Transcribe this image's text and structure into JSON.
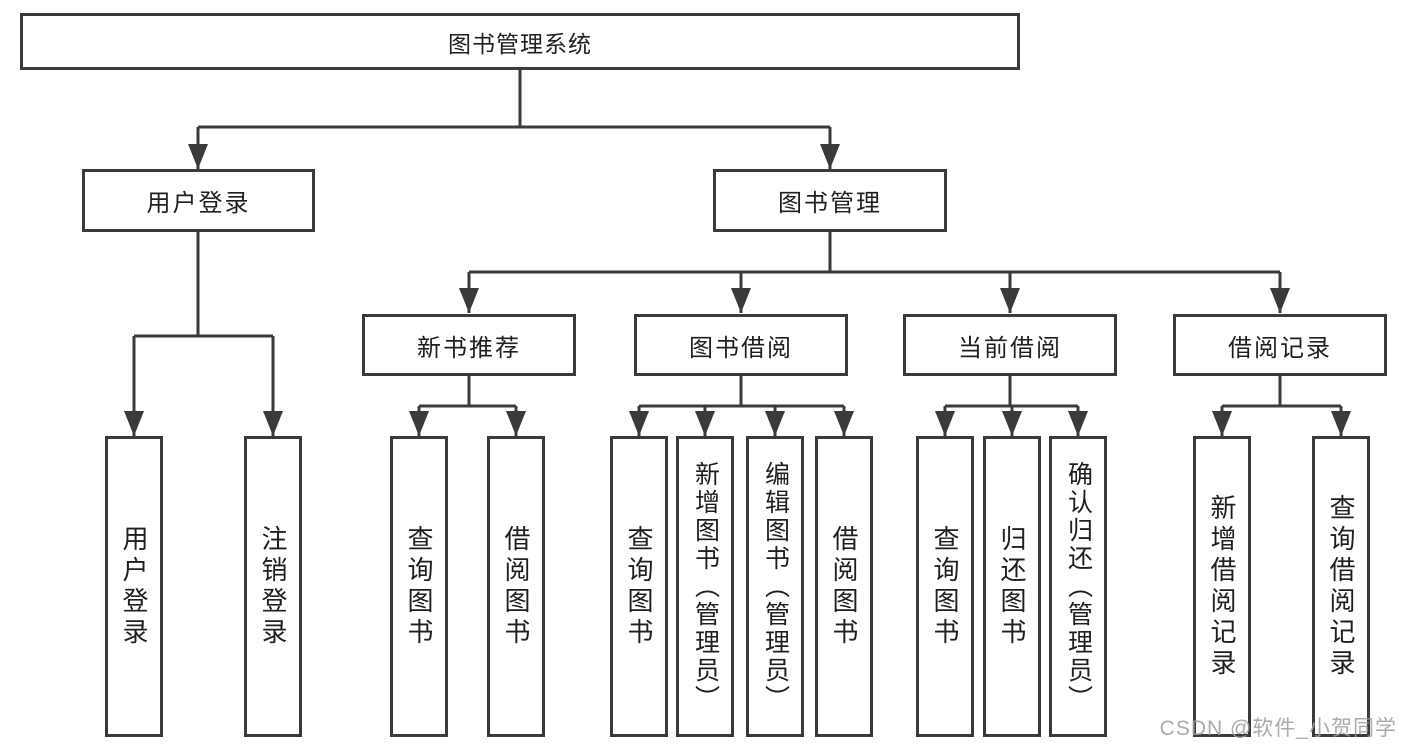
{
  "diagram": {
    "root": {
      "label": "图书管理系统"
    },
    "level2": [
      {
        "label": "用户登录"
      },
      {
        "label": "图书管理"
      }
    ],
    "level3": [
      {
        "label": "新书推荐"
      },
      {
        "label": "图书借阅"
      },
      {
        "label": "当前借阅"
      },
      {
        "label": "借阅记录"
      }
    ],
    "leaves": [
      {
        "label": "用户登录",
        "parent": "用户登录"
      },
      {
        "label": "注销登录",
        "parent": "用户登录"
      },
      {
        "label": "查询图书",
        "parent": "新书推荐"
      },
      {
        "label": "借阅图书",
        "parent": "新书推荐"
      },
      {
        "label": "查询图书",
        "parent": "图书借阅"
      },
      {
        "label": "新增图书（管理员）",
        "parent": "图书借阅"
      },
      {
        "label": "编辑图书（管理员）",
        "parent": "图书借阅"
      },
      {
        "label": "借阅图书",
        "parent": "图书借阅"
      },
      {
        "label": "查询图书",
        "parent": "当前借阅"
      },
      {
        "label": "归还图书",
        "parent": "当前借阅"
      },
      {
        "label": "确认归还（管理员）",
        "parent": "当前借阅"
      },
      {
        "label": "新增借阅记录",
        "parent": "借阅记录"
      },
      {
        "label": "查询借阅记录",
        "parent": "借阅记录"
      }
    ]
  },
  "watermark": {
    "text": "CSDN @软件_小贺同学"
  },
  "colors": {
    "line": "#3a3a3a",
    "text": "#1f1f1f",
    "background": "#ffffff",
    "watermark": "#9e9e9e"
  }
}
